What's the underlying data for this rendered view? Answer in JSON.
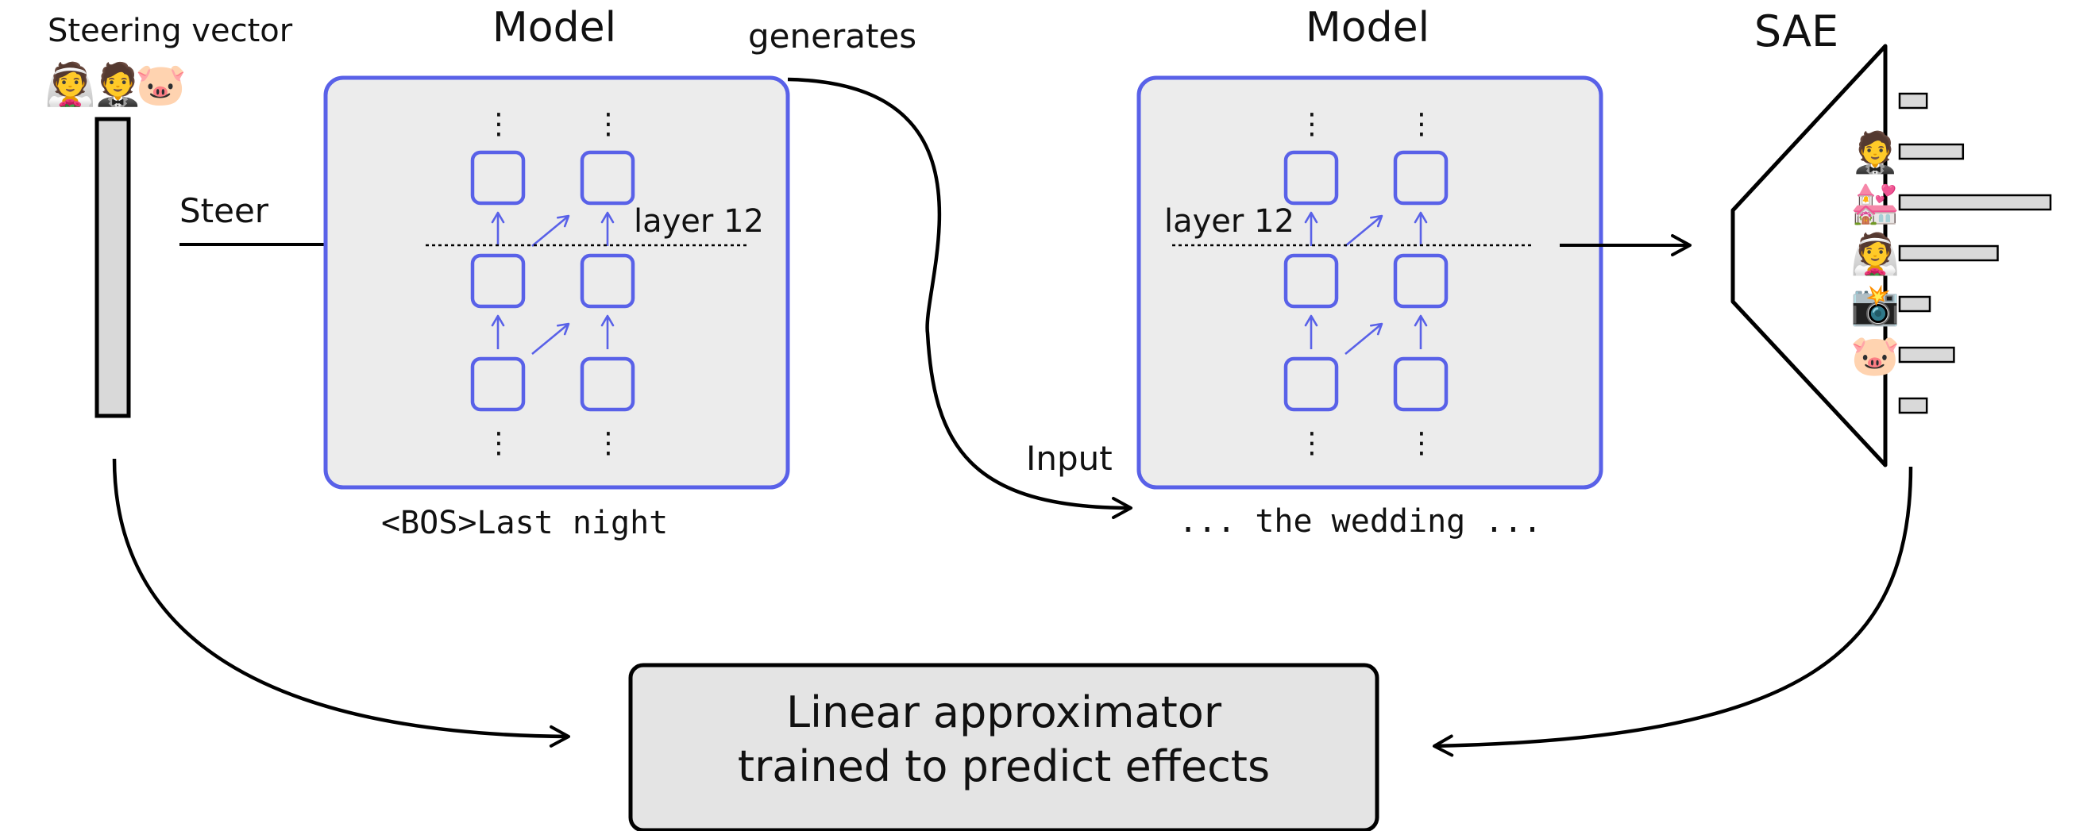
{
  "labels": {
    "steering_vector": "Steering vector",
    "model_left": "Model",
    "generates": "generates",
    "model_right": "Model",
    "sae": "SAE",
    "steer": "Steer",
    "layer_left": "layer 12",
    "layer_right": "layer 12",
    "input": "Input",
    "prompt_left": "<BOS>Last night",
    "prompt_right": "... the wedding ...",
    "approximator_line1": "Linear approximator",
    "approximator_line2": "trained to predict effects"
  },
  "steering_emojis": [
    "👰",
    "🤵",
    "🐷"
  ],
  "sae_features": [
    {
      "emoji": "",
      "activation": 0.18
    },
    {
      "emoji": "🤵",
      "activation": 0.42
    },
    {
      "emoji": "💒",
      "activation": 1.0
    },
    {
      "emoji": "👰",
      "activation": 0.65
    },
    {
      "emoji": "📸",
      "activation": 0.2
    },
    {
      "emoji": "🐷",
      "activation": 0.36
    },
    {
      "emoji": "",
      "activation": 0.18
    }
  ],
  "colors": {
    "model_border": "#5961e8",
    "model_fill": "#ececec",
    "node_stroke": "#5961e8",
    "bar_fill": "#d9d9d9",
    "approximator_fill": "#e4e4e4",
    "line": "#000000"
  },
  "icons": {
    "ellipsis": "⋮"
  }
}
